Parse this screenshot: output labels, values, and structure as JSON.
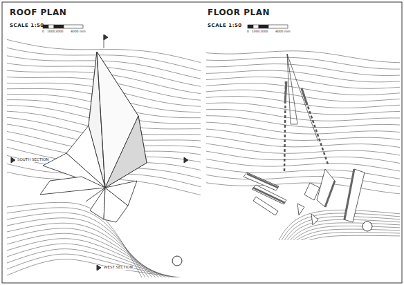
{
  "diagram": {
    "labels": [
      "ROOF PLAN",
      "SCALE 1:50",
      "0",
      "1000",
      "2000",
      "4000 mm",
      "SOUTH SECTION",
      "WEST SECTION",
      "FLOOR PLAN",
      "SCALE 1:50",
      "0",
      "1000",
      "2000",
      "4000 mm"
    ]
  }
}
